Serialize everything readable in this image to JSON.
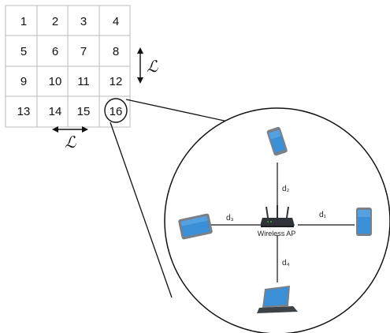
{
  "grid": {
    "cells": [
      "1",
      "2",
      "3",
      "4",
      "5",
      "6",
      "7",
      "8",
      "9",
      "10",
      "11",
      "12",
      "13",
      "14",
      "15",
      "16"
    ],
    "highlighted_cell": "16"
  },
  "scale": {
    "vertical_label": "ℒ",
    "horizontal_label": "ℒ"
  },
  "network": {
    "access_point_label": "Wireless AP",
    "distances": {
      "d1": "d₁",
      "d2": "d₂",
      "d3": "d₃",
      "d4": "d₄"
    },
    "devices": [
      "phone-icon",
      "tablet-icon",
      "tablet-landscape-icon",
      "laptop-icon",
      "router-icon"
    ]
  },
  "colors": {
    "grid_line": "#bbbbbb",
    "device_screen": "#3b8fd6",
    "device_body": "#7a8087",
    "router_body": "#2f3236"
  }
}
